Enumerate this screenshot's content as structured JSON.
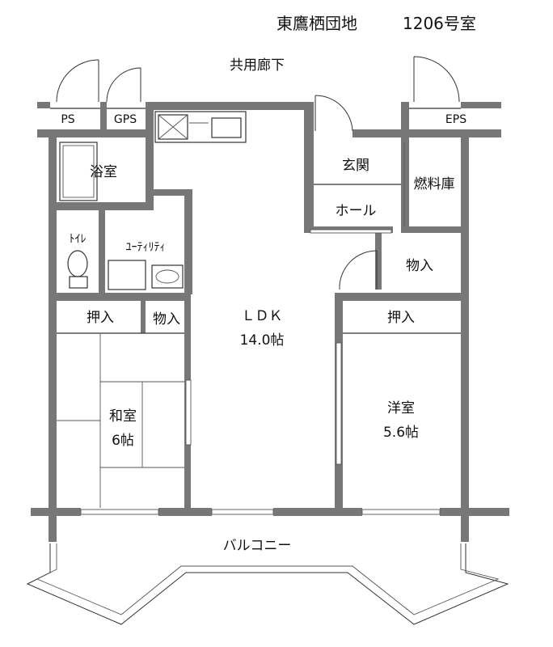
{
  "title": {
    "building": "東鷹栖団地",
    "unit": "1206号室"
  },
  "labels": {
    "corridor": "共用廊下",
    "ps": "PS",
    "gps": "GPS",
    "eps": "EPS",
    "bath": "浴室",
    "toilet": "ﾄｲﾚ",
    "utility": "ﾕｰﾃｨﾘﾃｨ",
    "entrance": "玄関",
    "hall": "ホール",
    "fuel_storage": "燃料庫",
    "storage_right": "物入",
    "storage_center": "物入",
    "closet_left": "押入",
    "closet_right": "押入",
    "ldk_name": "ＬＤＫ",
    "ldk_size": "14.0帖",
    "washitsu_name": "和室",
    "washitsu_size": "6帖",
    "youshitsu_name": "洋室",
    "youshitsu_size": "5.6帖",
    "balcony": "バルコニー"
  },
  "colors": {
    "wall": "#777777",
    "line": "#333333"
  }
}
